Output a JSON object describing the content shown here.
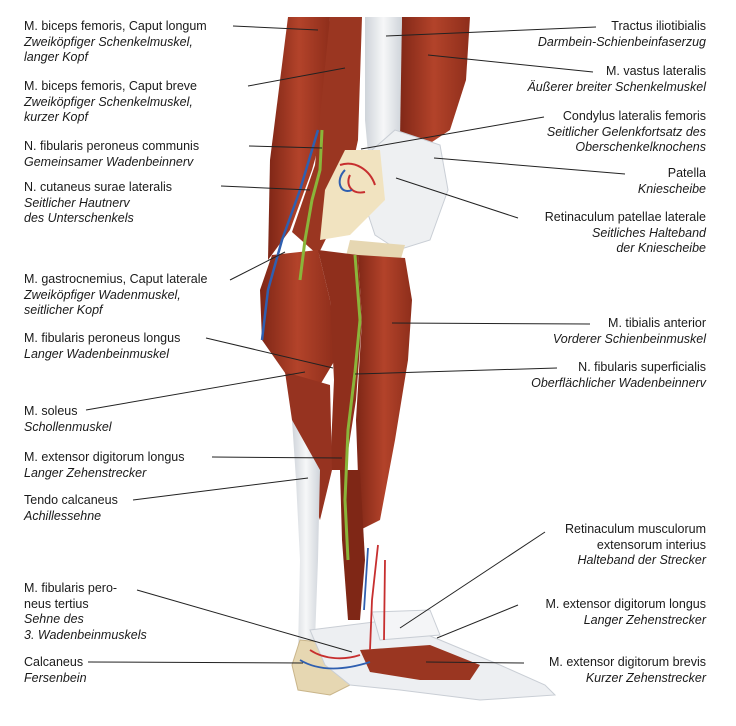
{
  "labels": {
    "biceps_longum": {
      "latin": "M. biceps femoris, Caput longum",
      "german": [
        "Zweiköpfiger Schenkelmuskel,",
        "langer Kopf"
      ]
    },
    "biceps_breve": {
      "latin": "M. biceps femoris, Caput breve",
      "german": [
        "Zweiköpfiger Schenkelmuskel,",
        "kurzer Kopf"
      ]
    },
    "fibularis_communis": {
      "latin": "N. fibularis peroneus communis",
      "german": [
        "Gemeinsamer Wadenbeinnerv"
      ]
    },
    "cutaneus_surae": {
      "latin": "N. cutaneus surae lateralis",
      "german": [
        "Seitlicher Hautnerv",
        "des Unterschenkels"
      ]
    },
    "gastrocnemius": {
      "latin": "M. gastrocnemius, Caput laterale",
      "german": [
        "Zweiköpfiger Wadenmuskel,",
        "seitlicher Kopf"
      ]
    },
    "fibularis_longus": {
      "latin": "M. fibularis peroneus longus",
      "german": [
        "Langer Wadenbeinmuskel"
      ]
    },
    "soleus": {
      "latin": "M. soleus",
      "german": [
        "Schollenmuskel"
      ]
    },
    "ext_dig_longus_left": {
      "latin": "M. extensor digitorum longus",
      "german": [
        "Langer Zehenstrecker"
      ]
    },
    "tendo_calcaneus": {
      "latin": "Tendo calcaneus",
      "german": [
        "Achillessehne"
      ]
    },
    "fibularis_tertius": {
      "latin": [
        "M. fibularis pero-",
        "neus tertius"
      ],
      "german": [
        "Sehne des",
        "3. Wadenbeinmuskels"
      ]
    },
    "calcaneus": {
      "latin": "Calcaneus",
      "german": [
        "Fersenbein"
      ]
    },
    "tractus": {
      "latin": "Tractus iliotibialis",
      "german": [
        "Darmbein-Schienbeinfaserzug"
      ]
    },
    "vastus": {
      "latin": "M. vastus lateralis",
      "german": [
        "Äußerer breiter Schenkelmuskel"
      ]
    },
    "condylus": {
      "latin": "Condylus lateralis femoris",
      "german": [
        "Seitlicher Gelenkfortsatz des",
        "Oberschenkelknochens"
      ]
    },
    "patella": {
      "latin": "Patella",
      "german": [
        "Kniescheibe"
      ]
    },
    "retinaculum_patellae": {
      "latin": "Retinaculum patellae laterale",
      "german": [
        "Seitliches Halteband",
        "der Kniescheibe"
      ]
    },
    "tibialis": {
      "latin": "M. tibialis anterior",
      "german": [
        "Vorderer Schienbeinmuskel"
      ]
    },
    "fibularis_superficialis": {
      "latin": "N. fibularis superficialis",
      "german": [
        "Oberflächlicher Wadenbeinnerv"
      ]
    },
    "retinaculum_ext": {
      "latin": [
        "Retinaculum musculorum",
        "extensorum interius"
      ],
      "german": [
        "Halteband der Strecker"
      ]
    },
    "ext_dig_longus_right": {
      "latin": "M. extensor digitorum longus",
      "german": [
        "Langer Zehenstrecker"
      ]
    },
    "ext_dig_brevis": {
      "latin": "M. extensor digitorum brevis",
      "german": [
        "Kurzer Zehenstrecker"
      ]
    }
  },
  "colors": {
    "muscle": "#a83a24",
    "muscle_dark": "#7e2616",
    "tendon": "#e9ebee",
    "nerve": "#8ab53a",
    "artery": "#c72f2f",
    "vein": "#2f5fb0",
    "bone": "#e6d7b2",
    "leader": "#222222"
  }
}
